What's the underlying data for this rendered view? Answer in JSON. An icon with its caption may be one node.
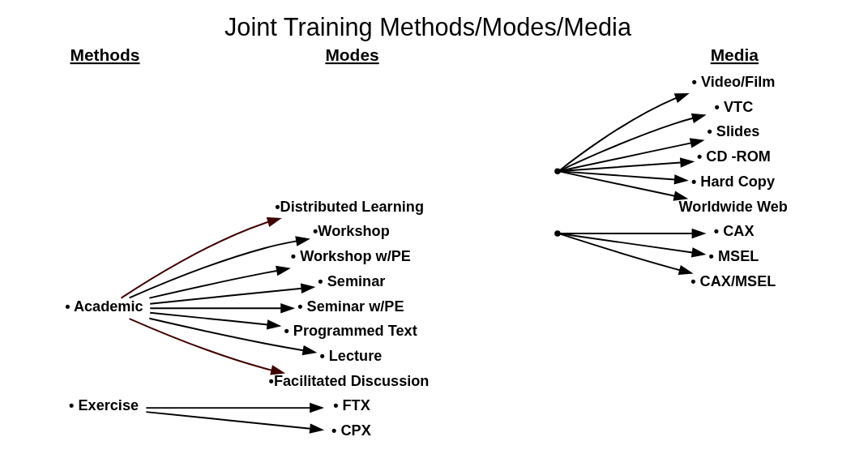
{
  "diagram": {
    "title": "Joint Training Methods/Modes/Media",
    "nodes": [
      {
        "text": [
          "• Academic"
        ]
      },
      {
        "text": [
          "•Distributed Learning"
        ]
      },
      {
        "text": [
          "•Workshop"
        ]
      },
      {
        "text": [
          "• Workshop w/PE"
        ]
      },
      {
        "text": [
          "• Seminar"
        ]
      },
      {
        "text": [
          "• Seminar w/PE"
        ]
      },
      {
        "text": [
          "• Programmed Text"
        ]
      },
      {
        "text": [
          "• Lecture"
        ]
      },
      {
        "text": [
          "•Facilitated Discussion"
        ]
      },
      {
        "text": [],
        "shape": "point"
      },
      {
        "text": [
          "• Video/Film"
        ]
      },
      {
        "text": [
          "• VTC"
        ]
      },
      {
        "text": [
          "• Slides"
        ]
      },
      {
        "text": [
          "• CD -ROM"
        ]
      },
      {
        "text": [
          "• Hard Copy"
        ]
      },
      {
        "text": [
          "Worldwide Web"
        ]
      },
      {
        "text": [
          "• Exercise"
        ]
      },
      {
        "text": [
          "• FTX"
        ]
      },
      {
        "text": [
          "• CPX"
        ]
      },
      {
        "text": [],
        "shape": "point"
      },
      {
        "text": [
          "• CAX"
        ]
      },
      {
        "text": [
          "• MSEL"
        ]
      },
      {
        "text": [
          "• CAX/MSEL"
        ]
      }
    ],
    "edges": [
      {
        "from": 0,
        "to": 1,
        "arrow": "to",
        "color": "#400000"
      },
      {
        "from": 0,
        "to": 2,
        "arrow": "to"
      },
      {
        "from": 0,
        "to": 3,
        "arrow": "to"
      },
      {
        "from": 0,
        "to": 4,
        "arrow": "to"
      },
      {
        "from": 0,
        "to": 5,
        "arrow": "to"
      },
      {
        "from": 0,
        "to": 6,
        "arrow": "to"
      },
      {
        "from": 0,
        "to": 7,
        "arrow": "to"
      },
      {
        "from": 0,
        "to": 8,
        "arrow": "to",
        "color": "#400000"
      },
      {
        "from": 9,
        "to": 10,
        "arrow": "to"
      },
      {
        "from": 9,
        "to": 11,
        "arrow": "to"
      },
      {
        "from": 9,
        "to": 12,
        "arrow": "to"
      },
      {
        "from": 9,
        "to": 13,
        "arrow": "to"
      },
      {
        "from": 9,
        "to": 14,
        "arrow": "to"
      },
      {
        "from": 9,
        "to": 15,
        "arrow": "to"
      },
      {
        "from": 16,
        "to": 17,
        "arrow": "to"
      },
      {
        "from": 16,
        "to": 18,
        "arrow": "to"
      },
      {
        "from": 19,
        "to": 20,
        "arrow": "to"
      },
      {
        "from": 19,
        "to": 21,
        "arrow": "to"
      },
      {
        "from": 19,
        "to": 22,
        "arrow": "to"
      }
    ],
    "labels": [
      "Methods",
      "Modes",
      "Media"
    ]
  }
}
